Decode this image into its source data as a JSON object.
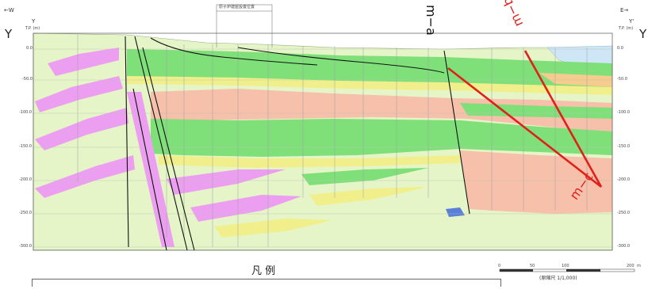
{
  "direction": {
    "west": "←W",
    "east": "E→"
  },
  "section_ends": {
    "left_big": "Y",
    "right_big": "Y",
    "left_small": "Y",
    "right_small": "Y'"
  },
  "tp_label_left": "T.P. (m)",
  "tp_label_right": "T.P. (m)",
  "depth_ticks_left": [
    "0.0",
    "-50.0",
    "-100.0",
    "-150.0",
    "-200.0",
    "-250.0",
    "-300.0"
  ],
  "depth_ticks_right": [
    "0.0",
    "-50.0",
    "-100.0",
    "-150.0",
    "-200.0",
    "-250.0",
    "-300.0"
  ],
  "top_box_label": "原子炉建屋設置位置",
  "fault_labels": {
    "ma": "m−a",
    "mb": "m−b",
    "mc": "m−c"
  },
  "legend_title": "凡 例",
  "scale": {
    "ticks": [
      "0",
      "50",
      "100",
      "200"
    ],
    "unit": "m",
    "text": "(原縮尺 1/1,000)"
  },
  "colors": {
    "sky": "#cfe6f7",
    "pale_green": "#e6f5c8",
    "green": "#7fe07a",
    "salmon": "#f7c0aa",
    "yellow": "#f1ef8c",
    "magenta": "#ec9ff0",
    "orange": "#f6cb8e",
    "red_fault": "#e0201a"
  }
}
